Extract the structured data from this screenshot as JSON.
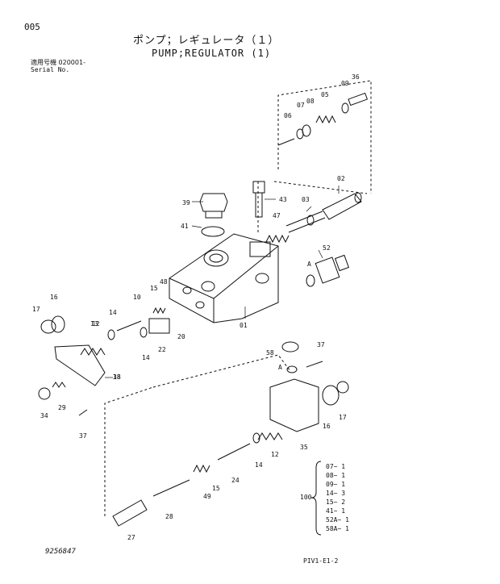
{
  "header": {
    "page_no": "005",
    "title_jp": "ポンプ；レギュレータ（１）",
    "title_en": "PUMP;REGULATOR (1)",
    "serial_label_jp": "適用号機 020001-",
    "serial_label_en": "Serial No."
  },
  "footer": {
    "drawing_no": "9256847",
    "sheet_code": "PIV1-E1-2"
  },
  "callouts": [
    "005",
    "06",
    "07",
    "08",
    "05",
    "09",
    "36",
    "02",
    "03",
    "47",
    "52",
    "43",
    "39",
    "41",
    "A",
    "48",
    "15",
    "10",
    "14",
    "12",
    "13",
    "16",
    "17",
    "20",
    "22",
    "14",
    "01",
    "18",
    "38",
    "29",
    "34",
    "37",
    "58",
    "A",
    "37",
    "17",
    "16",
    "35",
    "14",
    "12",
    "24",
    "15",
    "49",
    "28",
    "27"
  ],
  "kit": {
    "number": "100",
    "items": [
      {
        "code": "07",
        "qty": "1"
      },
      {
        "code": "08",
        "qty": "1"
      },
      {
        "code": "09",
        "qty": "1"
      },
      {
        "code": "14",
        "qty": "3"
      },
      {
        "code": "15",
        "qty": "2"
      },
      {
        "code": "41",
        "qty": "1"
      },
      {
        "code": "52A",
        "qty": "1"
      },
      {
        "code": "58A",
        "qty": "1"
      }
    ]
  }
}
